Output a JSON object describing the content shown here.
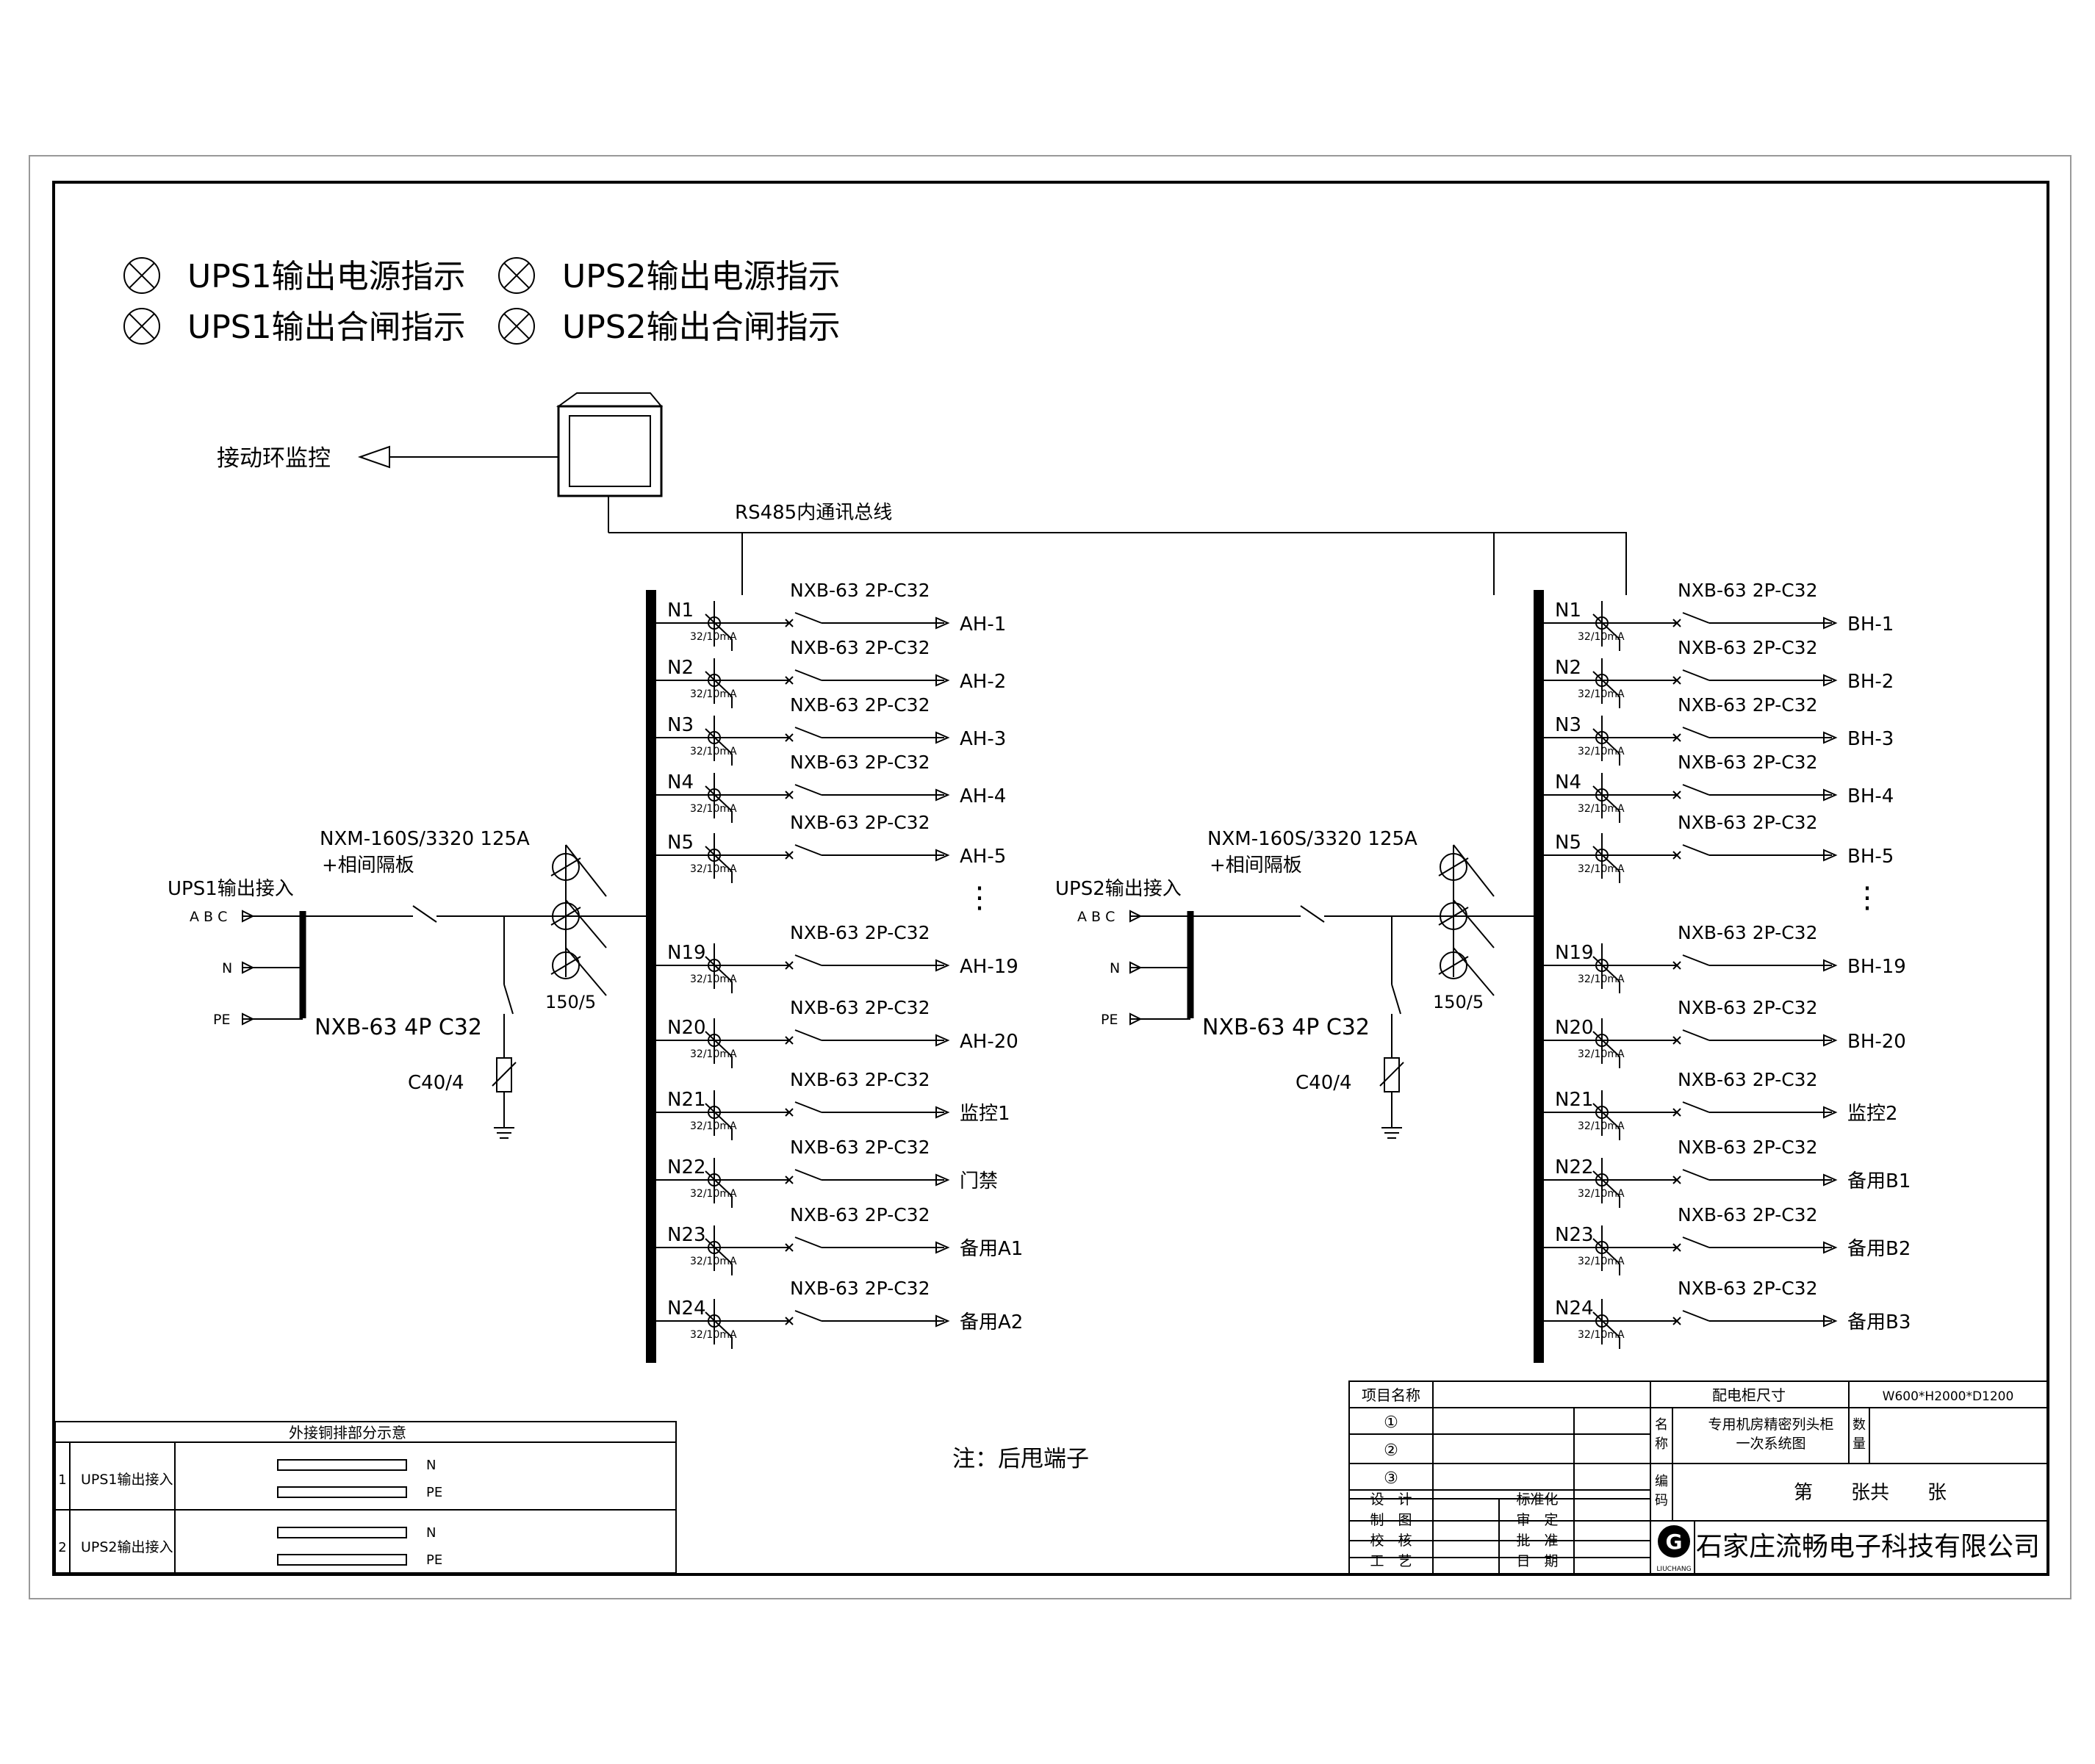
{
  "indicators": [
    {
      "label": "UPS1输出电源指示"
    },
    {
      "label": "UPS2输出电源指示"
    },
    {
      "label": "UPS1输出合闸指示"
    },
    {
      "label": "UPS2输出合闸指示"
    }
  ],
  "monitor": {
    "label": "接动环监控"
  },
  "bus_label": "RS485内通讯总线",
  "sections": [
    {
      "input_label": "UPS1输出接入",
      "phase_abc": "A B C",
      "phase_n": "N",
      "phase_pe": "PE",
      "input_breaker": "NXB-63 4P C32",
      "main_breaker": "NXM-160S/3320 125A",
      "main_breaker_note": "+相间隔板",
      "ct": "150/5",
      "spd": "C40/4",
      "ellipsis": "⋮",
      "feeders": [
        {
          "id": "N1",
          "rcd": "32/10mA",
          "breaker": "NXB-63 2P-C32",
          "load": "AH-1"
        },
        {
          "id": "N2",
          "rcd": "32/10mA",
          "breaker": "NXB-63 2P-C32",
          "load": "AH-2"
        },
        {
          "id": "N3",
          "rcd": "32/10mA",
          "breaker": "NXB-63 2P-C32",
          "load": "AH-3"
        },
        {
          "id": "N4",
          "rcd": "32/10mA",
          "breaker": "NXB-63 2P-C32",
          "load": "AH-4"
        },
        {
          "id": "N5",
          "rcd": "32/10mA",
          "breaker": "NXB-63 2P-C32",
          "load": "AH-5"
        },
        {
          "id": "N19",
          "rcd": "32/10mA",
          "breaker": "NXB-63 2P-C32",
          "load": "AH-19"
        },
        {
          "id": "N20",
          "rcd": "32/10mA",
          "breaker": "NXB-63 2P-C32",
          "load": "AH-20"
        },
        {
          "id": "N21",
          "rcd": "32/10mA",
          "breaker": "NXB-63 2P-C32",
          "load": "监控1"
        },
        {
          "id": "N22",
          "rcd": "32/10mA",
          "breaker": "NXB-63 2P-C32",
          "load": "门禁"
        },
        {
          "id": "N23",
          "rcd": "32/10mA",
          "breaker": "NXB-63 2P-C32",
          "load": "备用A1"
        },
        {
          "id": "N24",
          "rcd": "32/10mA",
          "breaker": "NXB-63 2P-C32",
          "load": "备用A2"
        }
      ]
    },
    {
      "input_label": "UPS2输出接入",
      "phase_abc": "A B C",
      "phase_n": "N",
      "phase_pe": "PE",
      "input_breaker": "NXB-63 4P C32",
      "main_breaker": "NXM-160S/3320 125A",
      "main_breaker_note": "+相间隔板",
      "ct": "150/5",
      "spd": "C40/4",
      "ellipsis": "⋮",
      "feeders": [
        {
          "id": "N1",
          "rcd": "32/10mA",
          "breaker": "NXB-63 2P-C32",
          "load": "BH-1"
        },
        {
          "id": "N2",
          "rcd": "32/10mA",
          "breaker": "NXB-63 2P-C32",
          "load": "BH-2"
        },
        {
          "id": "N3",
          "rcd": "32/10mA",
          "breaker": "NXB-63 2P-C32",
          "load": "BH-3"
        },
        {
          "id": "N4",
          "rcd": "32/10mA",
          "breaker": "NXB-63 2P-C32",
          "load": "BH-4"
        },
        {
          "id": "N5",
          "rcd": "32/10mA",
          "breaker": "NXB-63 2P-C32",
          "load": "BH-5"
        },
        {
          "id": "N19",
          "rcd": "32/10mA",
          "breaker": "NXB-63 2P-C32",
          "load": "BH-19"
        },
        {
          "id": "N20",
          "rcd": "32/10mA",
          "breaker": "NXB-63 2P-C32",
          "load": "BH-20"
        },
        {
          "id": "N21",
          "rcd": "32/10mA",
          "breaker": "NXB-63 2P-C32",
          "load": "监控2"
        },
        {
          "id": "N22",
          "rcd": "32/10mA",
          "breaker": "NXB-63 2P-C32",
          "load": "备用B1"
        },
        {
          "id": "N23",
          "rcd": "32/10mA",
          "breaker": "NXB-63 2P-C32",
          "load": "备用B2"
        },
        {
          "id": "N24",
          "rcd": "32/10mA",
          "breaker": "NXB-63 2P-C32",
          "load": "备用B3"
        }
      ]
    }
  ],
  "copper_table": {
    "title": "外接铜排部分示意",
    "rows": [
      {
        "no": "1",
        "name": "UPS1输出接入",
        "bars": [
          "N",
          "PE"
        ]
      },
      {
        "no": "2",
        "name": "UPS2输出接入",
        "bars": [
          "N",
          "PE"
        ]
      }
    ]
  },
  "note": "注：后甩端子",
  "title_block": {
    "project_name_label": "项目名称",
    "revisions": [
      "①",
      "②",
      "③"
    ],
    "cabinet_size_label": "配电柜尺寸",
    "cabinet_size_value": "W600*H2000*D1200",
    "name_label": [
      "名",
      "称"
    ],
    "drawing_name": [
      "专用机房精密列头柜",
      "一次系统图"
    ],
    "qty_label": [
      "数",
      "量"
    ],
    "code_label": [
      "编",
      "码"
    ],
    "sheet_text": "第　　张共　　张",
    "roles_left": [
      "设　计",
      "制　图",
      "校　核",
      "工　艺"
    ],
    "roles_right": [
      "标准化",
      "审　定",
      "批　准",
      "日　期"
    ],
    "company": "石家庄流畅电子科技有限公司",
    "logo_text": "LIUCHANG",
    "logo_letter": "G"
  }
}
